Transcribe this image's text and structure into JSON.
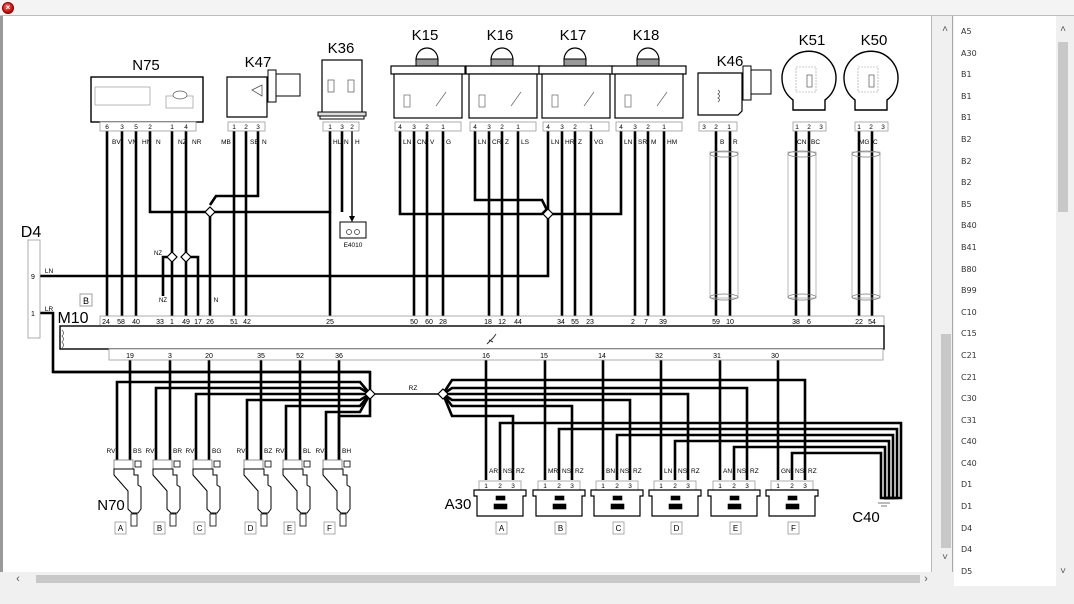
{
  "window": {
    "close_label": "×"
  },
  "diagram": {
    "components": {
      "N75": "N75",
      "K47": "K47",
      "K36": "K36",
      "K15": "K15",
      "K16": "K16",
      "K17": "K17",
      "K18": "K18",
      "K46": "K46",
      "K51": "K51",
      "K50": "K50",
      "D4": "D4",
      "M10": "M10",
      "N70": "N70",
      "A30": "A30",
      "C40": "C40",
      "E4010": "E4010"
    },
    "m10_ref": "B",
    "d4_pins": [
      {
        "pin": "9",
        "wire": "LN"
      },
      {
        "pin": "1",
        "wire": "LR"
      }
    ],
    "n75_pins": [
      "6",
      "3",
      "5",
      "2",
      "1",
      "4"
    ],
    "n75_wires": [
      "BV",
      "VN",
      "HN",
      "N",
      "NZ",
      "NR"
    ],
    "k47_pins": [
      "1",
      "2",
      "3"
    ],
    "k47_wires": [
      "MB",
      "SB",
      "N"
    ],
    "k36_pins": [
      "1",
      "3",
      "2"
    ],
    "k36_wires": [
      "HL",
      "N",
      "H"
    ],
    "relays": [
      {
        "name": "K15",
        "pins": [
          "4",
          "3",
          "2",
          "1"
        ],
        "wires": [
          "LN",
          "CN",
          "V",
          "G"
        ],
        "m10": [
          "50",
          "60",
          "28"
        ]
      },
      {
        "name": "K16",
        "pins": [
          "4",
          "3",
          "2",
          "1"
        ],
        "wires": [
          "LN",
          "CR",
          "Z",
          "LS"
        ],
        "m10": [
          "18",
          "12",
          "44"
        ]
      },
      {
        "name": "K17",
        "pins": [
          "4",
          "3",
          "2",
          "1"
        ],
        "wires": [
          "LN",
          "HR",
          "Z",
          "VG"
        ],
        "m10": [
          "34",
          "55",
          "23"
        ]
      },
      {
        "name": "K18",
        "pins": [
          "4",
          "3",
          "2",
          "1"
        ],
        "wires": [
          "LN",
          "SR",
          "M",
          "HM"
        ],
        "m10": [
          "2",
          "7",
          "39"
        ]
      }
    ],
    "k46_pins": [
      "3",
      "2",
      "1"
    ],
    "k46_wires": [
      "B",
      "R"
    ],
    "k51_pins": [
      "1",
      "2",
      "3"
    ],
    "k51_wires": [
      "CN",
      "BC"
    ],
    "k50_pins": [
      "1",
      "2",
      "3"
    ],
    "k50_wires": [
      "MG",
      "C"
    ],
    "m10_top_pins": [
      "24",
      "58",
      "40",
      "33",
      "1",
      "49",
      "17",
      "26",
      "51",
      "42",
      "25",
      "50",
      "60",
      "28",
      "18",
      "12",
      "44",
      "34",
      "55",
      "23",
      "2",
      "7",
      "39",
      "59",
      "10",
      "38",
      "6",
      "22",
      "54"
    ],
    "m10_bottom_pins": [
      "19",
      "3",
      "20",
      "35",
      "52",
      "36",
      "16",
      "15",
      "14",
      "32",
      "31",
      "30"
    ],
    "splice_labels": {
      "nz_upper": "NZ",
      "nz_lower": "NZ",
      "n_lower": "N",
      "rz": "RZ"
    },
    "injectors": [
      {
        "label": "A",
        "wires": [
          "RV",
          "BS"
        ]
      },
      {
        "label": "B",
        "wires": [
          "RV",
          "BR"
        ]
      },
      {
        "label": "C",
        "wires": [
          "RV",
          "BG"
        ]
      },
      {
        "label": "D",
        "wires": [
          "RV",
          "BZ"
        ]
      },
      {
        "label": "E",
        "wires": [
          "RV",
          "BL"
        ]
      },
      {
        "label": "F",
        "wires": [
          "RV",
          "BH"
        ]
      }
    ],
    "coils": [
      {
        "label": "A",
        "wires": [
          "AR",
          "NS",
          "RZ"
        ],
        "pins": [
          "1",
          "2",
          "3"
        ]
      },
      {
        "label": "B",
        "wires": [
          "MR",
          "NS",
          "RZ"
        ],
        "pins": [
          "1",
          "2",
          "3"
        ]
      },
      {
        "label": "C",
        "wires": [
          "BN",
          "NS",
          "RZ"
        ],
        "pins": [
          "1",
          "2",
          "3"
        ]
      },
      {
        "label": "D",
        "wires": [
          "LN",
          "NS",
          "RZ"
        ],
        "pins": [
          "1",
          "2",
          "3"
        ]
      },
      {
        "label": "E",
        "wires": [
          "AN",
          "NS",
          "RZ"
        ],
        "pins": [
          "1",
          "2",
          "3"
        ]
      },
      {
        "label": "F",
        "wires": [
          "GN",
          "NS",
          "RZ"
        ],
        "pins": [
          "1",
          "2",
          "3"
        ]
      }
    ]
  },
  "scrollbars": {
    "left_arrow": "‹",
    "right_arrow": "›",
    "up_arrow": "˄",
    "down_arrow": "˅"
  },
  "component_list": [
    "A5",
    "A30",
    "B1",
    "B1",
    "B1",
    "B2",
    "B2",
    "B2",
    "B5",
    "B40",
    "B41",
    "B80",
    "B99",
    "C10",
    "C15",
    "C21",
    "C21",
    "C30",
    "C31",
    "C40",
    "C40",
    "D1",
    "D1",
    "D4",
    "D4",
    "D5"
  ]
}
